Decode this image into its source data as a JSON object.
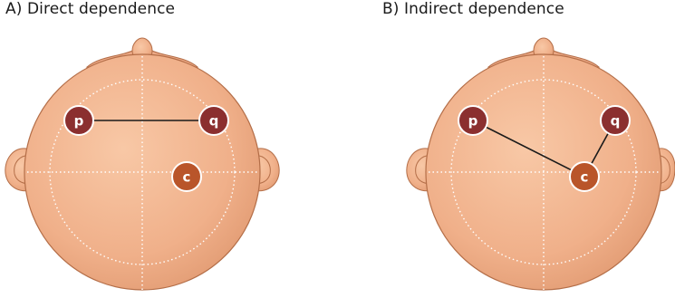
{
  "panels": [
    {
      "title": "A) Direct dependence",
      "nodes": [
        {
          "id": "p",
          "label": "p",
          "color": "#8b2f2f"
        },
        {
          "id": "q",
          "label": "q",
          "color": "#8b2f2f"
        },
        {
          "id": "c",
          "label": "c",
          "color": "#b9552a"
        }
      ],
      "edges": [
        [
          "p",
          "q"
        ]
      ]
    },
    {
      "title": "B) Indirect dependence",
      "nodes": [
        {
          "id": "p",
          "label": "p",
          "color": "#8b2f2f"
        },
        {
          "id": "q",
          "label": "q",
          "color": "#8b2f2f"
        },
        {
          "id": "c",
          "label": "c",
          "color": "#b9552a"
        }
      ],
      "edges": [
        [
          "p",
          "c"
        ],
        [
          "q",
          "c"
        ]
      ]
    }
  ],
  "colors": {
    "skin": "#f2b793",
    "skin_dark": "#e29b74",
    "outline": "#b46e48",
    "grid": "#ffffff",
    "edge": "#1a1a1a"
  }
}
